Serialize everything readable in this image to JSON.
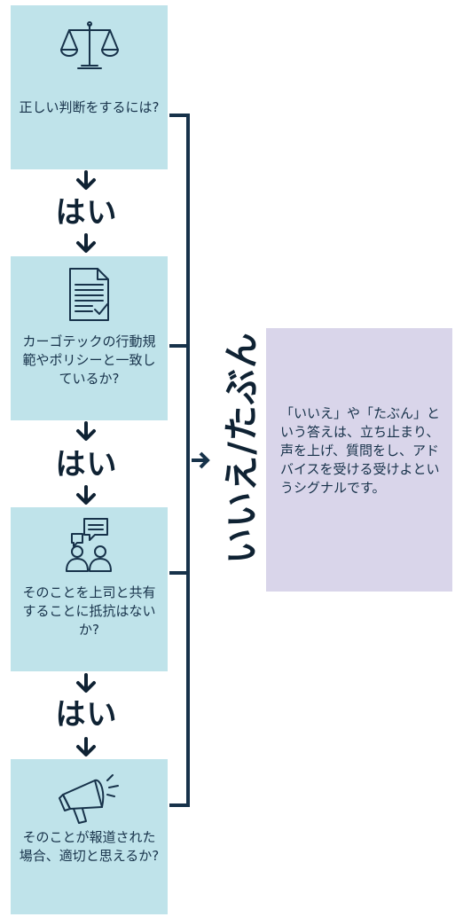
{
  "steps": [
    {
      "icon": "scales-icon",
      "question": "正しい判断をするには?"
    },
    {
      "icon": "document-check-icon",
      "question": "カーゴテックの行動規範やポリシーと一致しているか?"
    },
    {
      "icon": "people-discussion-icon",
      "question": "そのことを上司と共有することに抵抗はないか?"
    },
    {
      "icon": "megaphone-icon",
      "question": "そのことが報道された場合、適切と思えるか?"
    }
  ],
  "yes_label": "はい",
  "no_maybe_label": "いいえ/たぶん",
  "explanation": "「いいえ」や「たぶん」という答えは、立ち止まり、声を上げ、質問をし、アドバイスを受ける受けよというシグナルです。",
  "colors": {
    "step_bg": "#bfe3ea",
    "explain_bg": "#d9d5ea",
    "line": "#17324a"
  }
}
